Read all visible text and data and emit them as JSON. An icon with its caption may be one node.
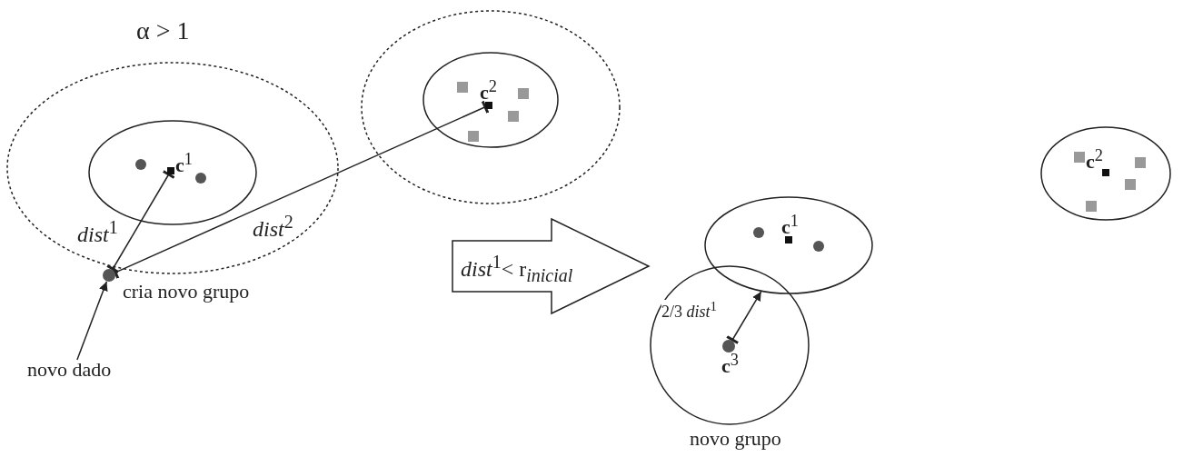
{
  "diagram": {
    "nodes": [
      {
        "text": [
          "α > 1"
        ]
      },
      {
        "text": [],
        "shape": "ellipse",
        "in": 0
      },
      {
        "text": [
          "**c**$^{1}$"
        ],
        "in": 1
      },
      {
        "text": [],
        "shape": "circle",
        "in": 1
      },
      {
        "text": [],
        "shape": "circle",
        "in": 1
      },
      {
        "text": [],
        "shape": "ellipse"
      },
      {
        "text": [],
        "shape": "ellipse",
        "in": 5
      },
      {
        "text": [
          "**c**$^{2}$"
        ],
        "in": 6
      },
      {
        "text": [],
        "shape": "box",
        "in": 6
      },
      {
        "text": [],
        "shape": "box",
        "in": 6
      },
      {
        "text": [],
        "shape": "box",
        "in": 6
      },
      {
        "text": [],
        "shape": "box",
        "in": 6
      },
      {
        "text": [],
        "shape": "circle",
        "beside": [
          "cria novo grupo"
        ]
      },
      {
        "text": [
          "novo dado"
        ]
      },
      {
        "text": [
          "*dist*$^{1}$< r$_{inicial}$"
        ]
      },
      {
        "text": [],
        "shape": "ellipse"
      },
      {
        "text": [
          "**c**$^{1}$"
        ],
        "in": 15
      },
      {
        "text": [],
        "shape": "circle",
        "in": 15
      },
      {
        "text": [],
        "shape": "circle",
        "in": 15
      },
      {
        "text": [],
        "shape": "circle",
        "beside": [
          "novo grupo"
        ]
      },
      {
        "text": [
          "**c**$^{3}$"
        ],
        "in": 19
      },
      {
        "text": [],
        "shape": "ellipse"
      },
      {
        "text": [
          "**c**$^{2}$"
        ],
        "in": 21
      },
      {
        "text": [],
        "shape": "box",
        "in": 21
      },
      {
        "text": [],
        "shape": "box",
        "in": 21
      },
      {
        "text": [],
        "shape": "box",
        "in": 21
      },
      {
        "text": [],
        "shape": "box",
        "in": 21
      }
    ],
    "edges": [
      {
        "from": 12,
        "to": 2,
        "arrow": "other",
        "label": "*dist*$^{1}$"
      },
      {
        "from": 12,
        "to": 7,
        "arrow": "other",
        "label": "*dist*$^{2}$"
      },
      {
        "from": 13,
        "to": 12,
        "arrow": "to"
      },
      {
        "from": 20,
        "to": 15,
        "arrow": "to",
        "label": "2/3 *dist*$^{1}$"
      }
    ]
  }
}
